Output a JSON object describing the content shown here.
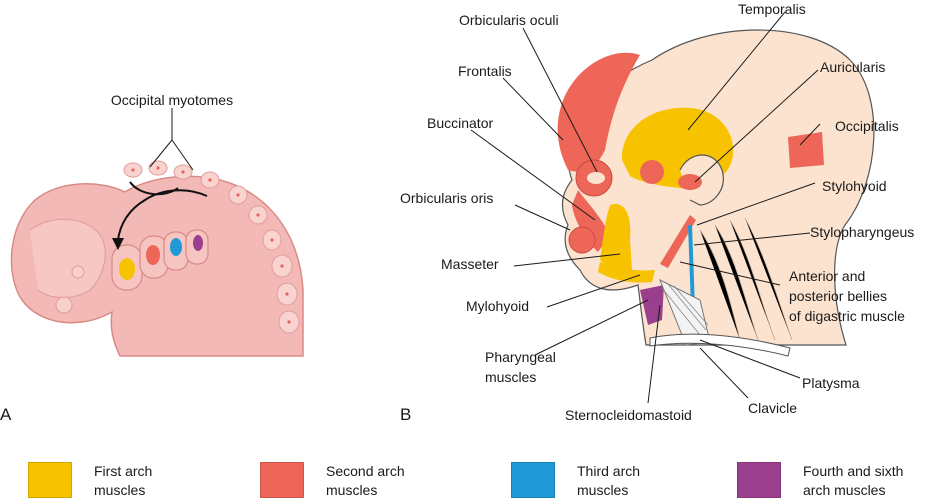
{
  "panels": {
    "a": "A",
    "b": "B"
  },
  "labels": {
    "occipital_myotomes": "Occipital myotomes",
    "orbicularis_oculi": "Orbicularis oculi",
    "temporalis": "Temporalis",
    "frontalis": "Frontalis",
    "auricularis": "Auricularis",
    "buccinator": "Buccinator",
    "occipitalis": "Occipitalis",
    "orbicularis_oris": "Orbicularis oris",
    "stylohyoid": "Stylohyoid",
    "stylopharyngeus": "Stylopharyngeus",
    "masseter": "Masseter",
    "digastric": [
      "Anterior and",
      "posterior bellies",
      "of digastric muscle"
    ],
    "mylohyoid": "Mylohyoid",
    "pharyngeal": [
      "Pharyngeal",
      "muscles"
    ],
    "platysma": "Platysma",
    "clavicle": "Clavicle",
    "sternocleidomastoid": "Sternocleidomastoid"
  },
  "legend": [
    {
      "line1": "First arch",
      "line2": "muscles",
      "color": "#f7c200"
    },
    {
      "line1": "Second arch",
      "line2": "muscles",
      "color": "#ee6657"
    },
    {
      "line1": "Third arch",
      "line2": "muscles",
      "color": "#1f9ad6"
    },
    {
      "line1": "Fourth and sixth",
      "line2": "arch muscles",
      "color": "#9a3f8e"
    }
  ],
  "colors": {
    "first_arch": "#f7c200",
    "second_arch": "#ee6657",
    "third_arch": "#1f9ad6",
    "fourth_sixth_arch": "#9a3f8e",
    "embryo": "#f2b9b6",
    "skin": "#fbe3cf"
  }
}
